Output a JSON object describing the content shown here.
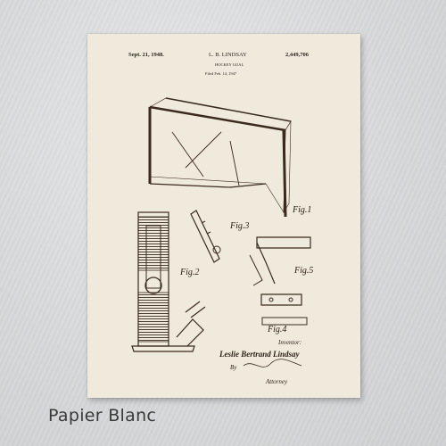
{
  "header": {
    "date": "Sept. 21, 1948.",
    "inventor_name": "L. B. LINDSAY",
    "title": "HOCKEY GOAL",
    "filed": "Filed Feb. 14, 1947",
    "patent_number": "2,449,706"
  },
  "figures": {
    "fig1": "Fig.1",
    "fig2": "Fig.2",
    "fig3": "Fig.3",
    "fig4": "Fig.4",
    "fig5": "Fig.5"
  },
  "signature": {
    "inventor_label": "Inventor:",
    "inventor": "Leslie Bertrand Lindsay",
    "by": "By",
    "attorney_label": "Attorney"
  },
  "caption": "Papier Blanc",
  "colors": {
    "wall": "#d9dbdc",
    "paper": "#efeadc",
    "ink": "#3a2a1e"
  }
}
